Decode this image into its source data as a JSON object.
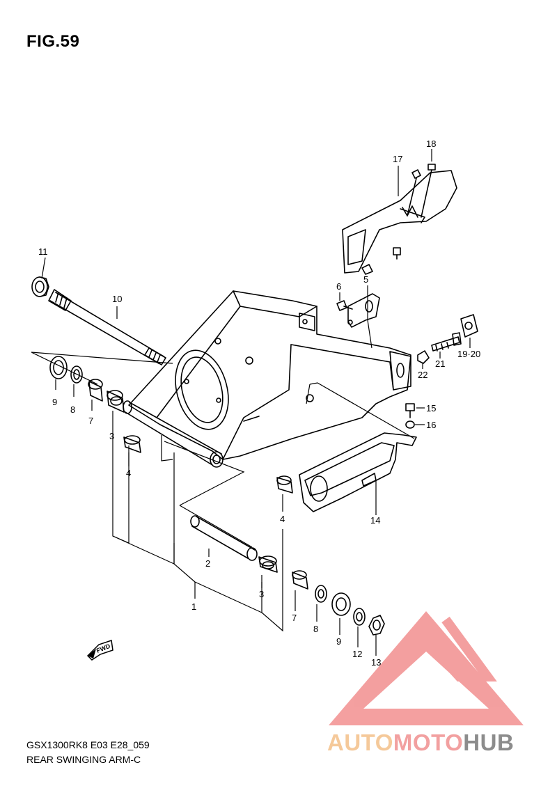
{
  "figure": {
    "title": "FIG.59"
  },
  "footer": {
    "model_code": "GSX1300RK8 E03 E28_059",
    "diagram_name": "REAR SWINGING ARM-C"
  },
  "watermark": {
    "part_a": "AUTO",
    "part_b": "MOTO",
    "part_c": "HUB",
    "colors": {
      "auto": "#f5c99a",
      "moto": "#f2a0a0",
      "hub": "#8c8c8c",
      "triangle": "#f08080"
    }
  },
  "direction_badge": {
    "text": "FWD"
  },
  "callouts": {
    "c1": "1",
    "c2": "2",
    "c3a": "3",
    "c3b": "3",
    "c4a": "4",
    "c4b": "4",
    "c5": "5",
    "c6": "6",
    "c7a": "7",
    "c7b": "7",
    "c8a": "8",
    "c8b": "8",
    "c9a": "9",
    "c9b": "9",
    "c10": "10",
    "c11": "11",
    "c12": "12",
    "c13": "13",
    "c14": "14",
    "c15": "15",
    "c16": "16",
    "c17": "17",
    "c18": "18",
    "c1920": "19·20",
    "c21": "21",
    "c22": "22"
  }
}
